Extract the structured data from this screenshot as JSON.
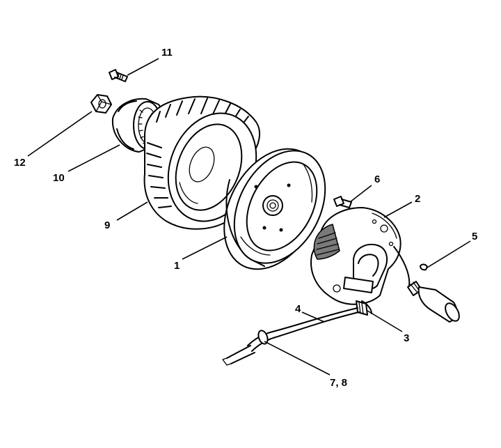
{
  "callouts": {
    "c1": "1",
    "c2": "2",
    "c3": "3",
    "c4": "4",
    "c5": "5",
    "c6": "6",
    "c78": "7, 8",
    "c9": "9",
    "c10": "10",
    "c11": "11",
    "c12": "12"
  }
}
